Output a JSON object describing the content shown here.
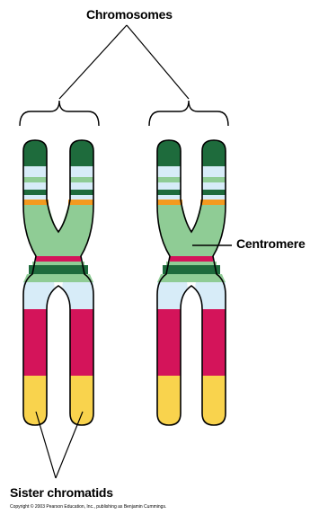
{
  "labels": {
    "chromosomes": "Chromosomes",
    "centromere": "Centromere",
    "sister_chromatids": "Sister chromatids",
    "copyright": "Copyright © 2003 Pearson Education, Inc., publishing as Benjamin Cummings."
  },
  "colors": {
    "dark_green": "#1e6b3c",
    "light_blue": "#d7ecf8",
    "light_green": "#8fcc95",
    "orange": "#f39a1f",
    "magenta": "#d4145a",
    "yellow": "#f9d34d",
    "outline": "#000000"
  }
}
